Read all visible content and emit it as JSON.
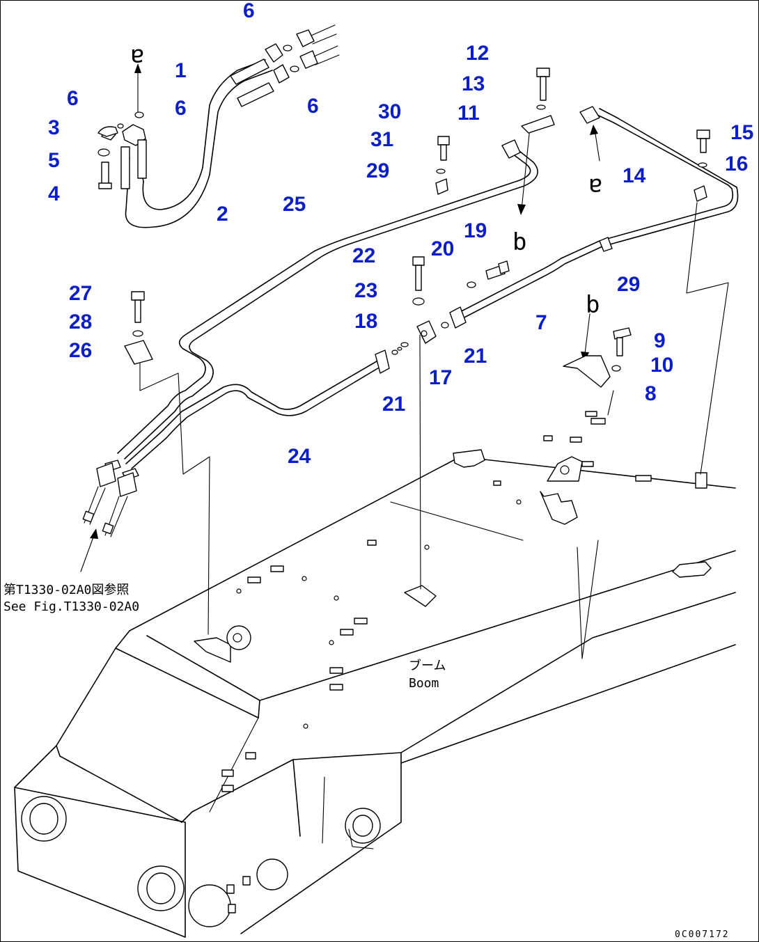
{
  "callouts": [
    "1",
    "2",
    "3",
    "4",
    "5",
    "6",
    "6",
    "6",
    "6",
    "7",
    "8",
    "9",
    "10",
    "11",
    "12",
    "13",
    "14",
    "15",
    "16",
    "17",
    "18",
    "19",
    "20",
    "21",
    "21",
    "22",
    "23",
    "24",
    "25",
    "26",
    "27",
    "28",
    "29",
    "29",
    "30",
    "31"
  ],
  "refs": {
    "a_top": "a",
    "a_right": "a",
    "b_upper": "b",
    "b_lower": "b"
  },
  "see_fig": {
    "ja": "第T1330-02A0図参照",
    "en": "See Fig.T1330-02A0"
  },
  "boom_label": {
    "ja": "ブーム",
    "en": "Boom"
  },
  "drawing_code": "0C007172"
}
